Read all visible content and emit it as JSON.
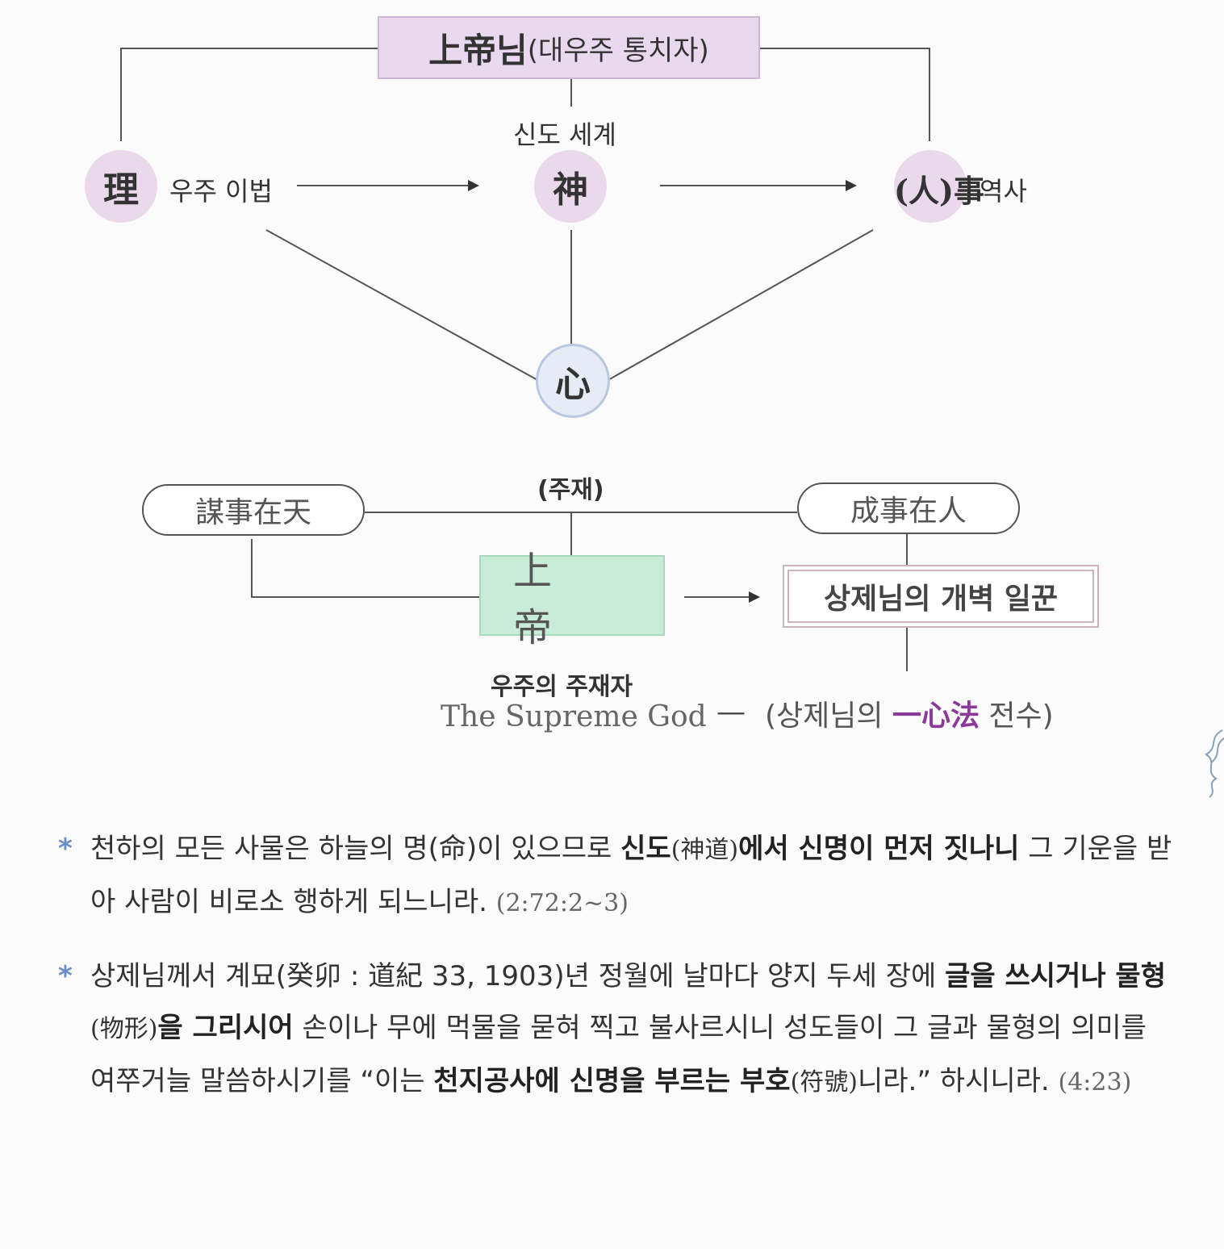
{
  "diagram": {
    "top_box": {
      "main": "上帝님",
      "sub": "(대우주 통치자)"
    },
    "nodes": {
      "li": {
        "symbol": "理",
        "label": "우주 이법"
      },
      "shin": {
        "symbol": "神",
        "label_above": "신도 세계"
      },
      "sa": {
        "symbol": "(人)事",
        "label": "역사"
      },
      "sim": {
        "symbol": "心"
      }
    },
    "lower": {
      "center_label": "(주재)",
      "left_pill": "謀事在天",
      "right_pill": "成事在人",
      "god_box": "上 帝",
      "worker_box": "상제님의 개벽 일꾼",
      "god_caption_ko": "우주의 주재자",
      "god_caption_en": "The Supreme God",
      "dash": "—",
      "transmission_pre": "(상제님의 ",
      "transmission_mid": "一心法",
      "transmission_post": " 전수)"
    }
  },
  "paragraphs": [
    {
      "star": "*",
      "parts": [
        {
          "t": "천하의 모든 사물은 하늘의 명(命)이 있으므로 ",
          "s": "n"
        },
        {
          "t": "신도",
          "s": "b"
        },
        {
          "t": "(神道)",
          "s": "han"
        },
        {
          "t": "에서 신명이 먼저 짓나니",
          "s": "b"
        },
        {
          "t": " 그 기운을 받아 사람이 비로소 행하게 되느니라. ",
          "s": "n"
        },
        {
          "t": "(2:72:2~3)",
          "s": "ref"
        }
      ]
    },
    {
      "star": "*",
      "parts": [
        {
          "t": "상제님께서 계묘(癸卯 : 道紀 33, 1903)년 정월에 날마다 양지 두세 장에 ",
          "s": "n"
        },
        {
          "t": "글을 쓰시거나 물형",
          "s": "b"
        },
        {
          "t": "(物形)",
          "s": "han"
        },
        {
          "t": "을 그리시어",
          "s": "b"
        },
        {
          "t": " 손이나 무에 먹물을 묻혀 찍고 불사르시니 성도들이 그 글과 물형의 의미를 여쭈거늘 말씀하시기를 “이는 ",
          "s": "n"
        },
        {
          "t": "천지공사에 신명을 부르는 부호",
          "s": "b"
        },
        {
          "t": "(符號)",
          "s": "han"
        },
        {
          "t": "니라.” 하시니라. ",
          "s": "n"
        },
        {
          "t": "(4:23)",
          "s": "ref"
        }
      ]
    }
  ],
  "colors": {
    "top_box": "#e9d9ef",
    "node": "#ead9ea",
    "mind": "#e6ecf5",
    "god_box": "#c9ecd8",
    "accent_purple": "#8b3a9a",
    "star_blue": "#6d8fc7"
  }
}
